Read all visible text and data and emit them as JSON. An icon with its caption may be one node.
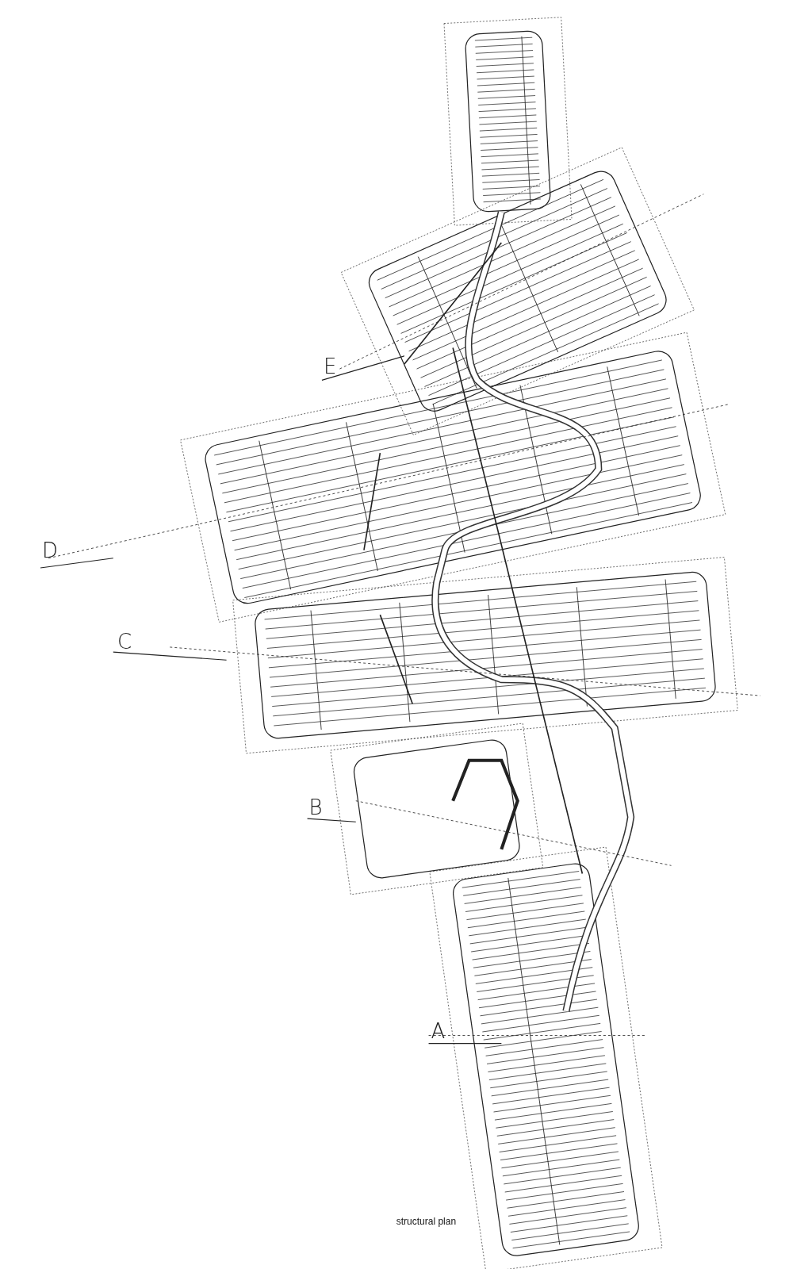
{
  "diagram": {
    "caption": "structural plan",
    "labels": [
      "E",
      "D",
      "C",
      "B",
      "A"
    ]
  }
}
